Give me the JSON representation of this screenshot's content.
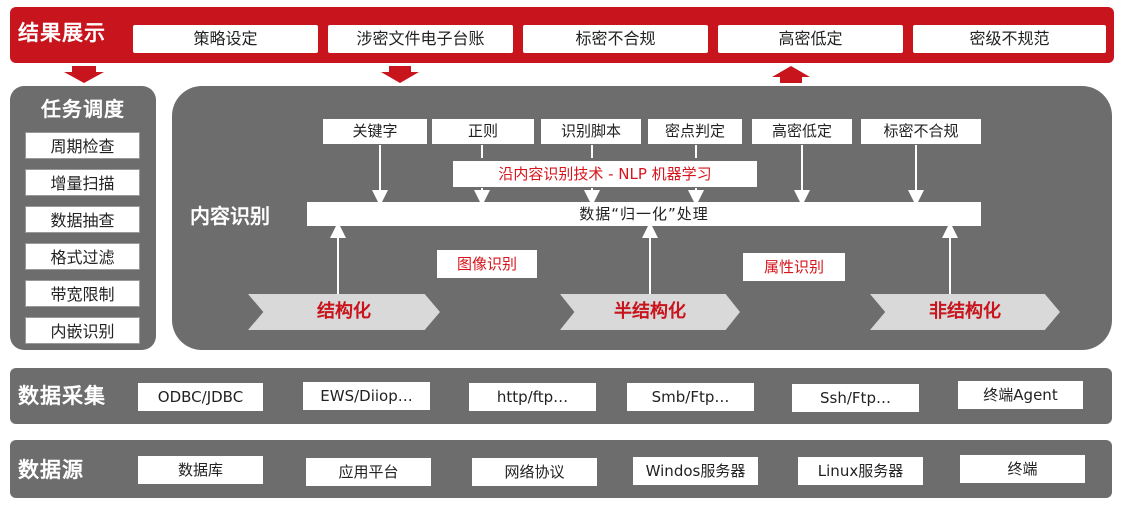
{
  "result": {
    "title": "结果展示",
    "items": [
      "策略设定",
      "涉密文件电子台账",
      "标密不合规",
      "高密低定",
      "密级不规范"
    ]
  },
  "task": {
    "title": "任务调度",
    "items": [
      "周期检查",
      "增量扫描",
      "数据抽查",
      "格式过滤",
      "带宽限制",
      "内嵌识别"
    ]
  },
  "content": {
    "title": "内容识别",
    "keywords": [
      "关键字",
      "正则",
      "识别脚本",
      "密点判定",
      "高密低定",
      "标密不合规"
    ],
    "nlp": "沿内容识别技术 - NLP  机器学习",
    "normalize": "数据“归一化”处理",
    "image_label": "图像识别",
    "attr_label": "属性识别",
    "structured": "结构化",
    "semi": "半结构化",
    "unstructured": "非结构化"
  },
  "collect": {
    "title": "数据采集",
    "items": [
      "ODBC/JDBC",
      "EWS/Diiop…",
      "http/ftp…",
      "Smb/Ftp…",
      "Ssh/Ftp…",
      "终端Agent"
    ]
  },
  "source": {
    "title": "数据源",
    "items": [
      "数据库",
      "应用平台",
      "网络协议",
      "Windos服务器",
      "Linux服务器",
      "终端"
    ]
  },
  "colors": {
    "accent": "#c8141c",
    "panel": "#6d6d6d",
    "red_text": "#d6141c"
  }
}
